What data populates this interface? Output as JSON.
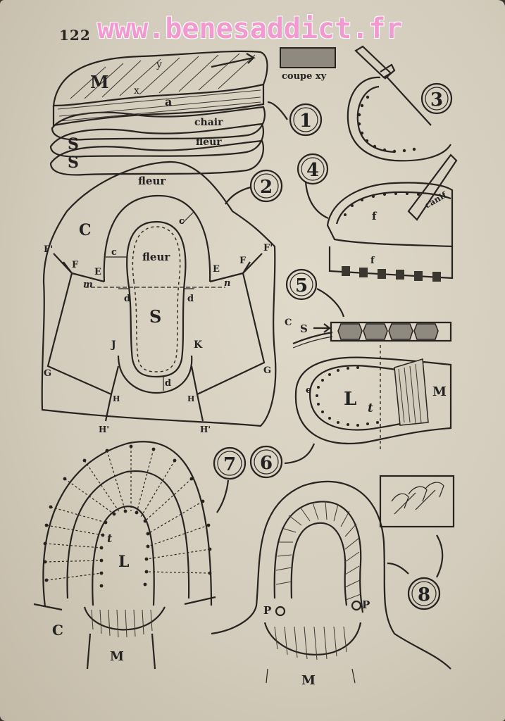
{
  "page": {
    "number": "122",
    "watermark": "www.benesaddict.fr"
  },
  "figures": {
    "fig1": {
      "number": "1",
      "labels": {
        "m": "M",
        "y": "y",
        "x": "x",
        "a": "a",
        "chair": "chair",
        "fleur": "fleur",
        "s1": "S",
        "s2": "S"
      },
      "section_label": "coupe xy"
    },
    "fig2": {
      "number": "2",
      "labels": {
        "fleur_top": "fleur",
        "c": "C",
        "c_small_1": "c",
        "c_small_2": "c",
        "fleur_inner": "fleur",
        "s": "S",
        "f_prime_left": "F'",
        "f_prime_right": "F'",
        "f_left": "F",
        "f_right": "F",
        "e_left": "E",
        "e_right": "E",
        "m": "m",
        "n": "n",
        "d_left": "d",
        "d_right": "d",
        "d_bottom": "d",
        "j": "J",
        "k": "K",
        "g_left": "G",
        "g_right": "G",
        "h_left": "H",
        "h_right": "H",
        "h_prime_left": "H'",
        "h_prime_right": "H'"
      }
    },
    "fig3": {
      "number": "3"
    },
    "fig4": {
      "number": "4",
      "labels": {
        "f": "f",
        "canif": "canif",
        "f1": "f"
      }
    },
    "fig5": {
      "number": "5",
      "labels": {
        "c": "C",
        "s": "S"
      }
    },
    "fig6": {
      "number": "6",
      "labels": {
        "e": "e",
        "l": "L",
        "t": "t",
        "m": "M"
      }
    },
    "fig7": {
      "number": "7",
      "labels": {
        "t": "t",
        "l": "L",
        "c": "C",
        "m": "M"
      }
    },
    "fig8": {
      "number": "8",
      "labels": {
        "p_left": "P",
        "p_right": "P",
        "m": "M"
      }
    }
  }
}
